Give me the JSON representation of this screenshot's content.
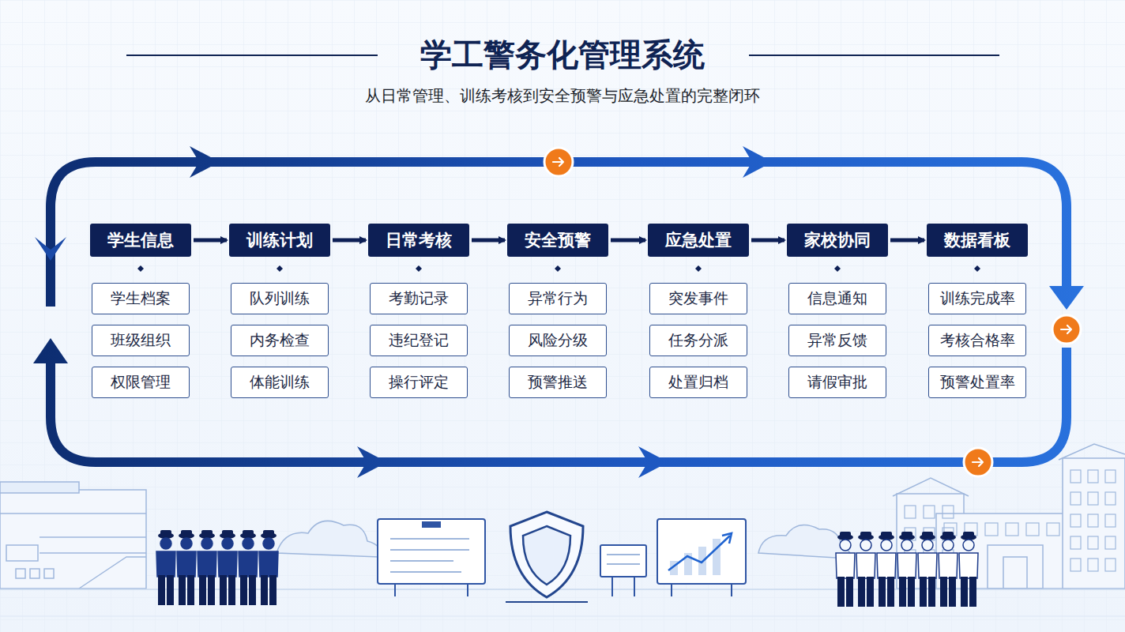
{
  "diagram": {
    "title": "学工警务化管理系统",
    "caption": "从日常管理、训练考核到安全预警与应急处置的完整闭环",
    "nodes": [
      {
        "text": [
          "学生信息"
        ]
      },
      {
        "text": [
          "学生档案"
        ]
      },
      {
        "text": [
          "班级组织"
        ]
      },
      {
        "text": [
          "权限管理"
        ]
      },
      {
        "text": [
          "训练计划"
        ]
      },
      {
        "text": [
          "队列训练"
        ]
      },
      {
        "text": [
          "内务检查"
        ]
      },
      {
        "text": [
          "体能训练"
        ]
      },
      {
        "text": [
          "日常考核"
        ]
      },
      {
        "text": [
          "考勤记录"
        ]
      },
      {
        "text": [
          "违纪登记"
        ]
      },
      {
        "text": [
          "操行评定"
        ]
      },
      {
        "text": [
          "安全预警"
        ]
      },
      {
        "text": [
          "异常行为"
        ]
      },
      {
        "text": [
          "风险分级"
        ]
      },
      {
        "text": [
          "预警推送"
        ]
      },
      {
        "text": [
          "应急处置"
        ]
      },
      {
        "text": [
          "突发事件"
        ]
      },
      {
        "text": [
          "任务分派"
        ]
      },
      {
        "text": [
          "处置归档"
        ]
      },
      {
        "text": [
          "家校协同"
        ]
      },
      {
        "text": [
          "信息通知"
        ]
      },
      {
        "text": [
          "异常反馈"
        ]
      },
      {
        "text": [
          "请假审批"
        ]
      },
      {
        "text": [
          "数据看板"
        ]
      },
      {
        "text": [
          "训练完成率"
        ]
      },
      {
        "text": [
          "考核合格率"
        ]
      },
      {
        "text": [
          "预警处置率"
        ]
      }
    ],
    "edges": [
      {
        "from": 0,
        "to": 4,
        "arrow": "to"
      },
      {
        "from": 4,
        "to": 8,
        "arrow": "to"
      },
      {
        "from": 8,
        "to": 12,
        "arrow": "to"
      },
      {
        "from": 12,
        "to": 16,
        "arrow": "to"
      },
      {
        "from": 16,
        "to": 20,
        "arrow": "to"
      },
      {
        "from": 20,
        "to": 24,
        "arrow": "to"
      }
    ]
  }
}
